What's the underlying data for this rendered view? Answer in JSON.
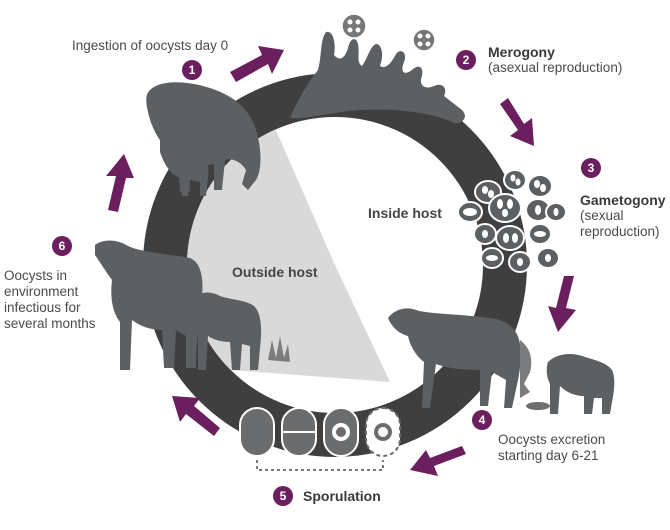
{
  "steps": [
    {
      "number": "1",
      "text": "Ingestion of oocysts day 0"
    },
    {
      "number": "2",
      "title": "Merogony",
      "subtitle": "(asexual reproduction)"
    },
    {
      "number": "3",
      "title": "Gametogony",
      "subtitle_line1": "(sexual",
      "subtitle_line2": "reproduction)"
    },
    {
      "number": "4",
      "line1": "Oocysts excretion",
      "line2": "starting day 6-21"
    },
    {
      "number": "5",
      "title": "Sporulation"
    },
    {
      "number": "6",
      "line1": "Oocysts in",
      "line2": "environment",
      "line3": "infectious for",
      "line4": "several months"
    }
  ],
  "regions": {
    "inside": "Inside host",
    "outside": "Outside host"
  },
  "colors": {
    "ring": "#3f3f3f",
    "arrow": "#6b1f5f",
    "animal": "#5d6063",
    "wedge": "#d9d9d9"
  }
}
